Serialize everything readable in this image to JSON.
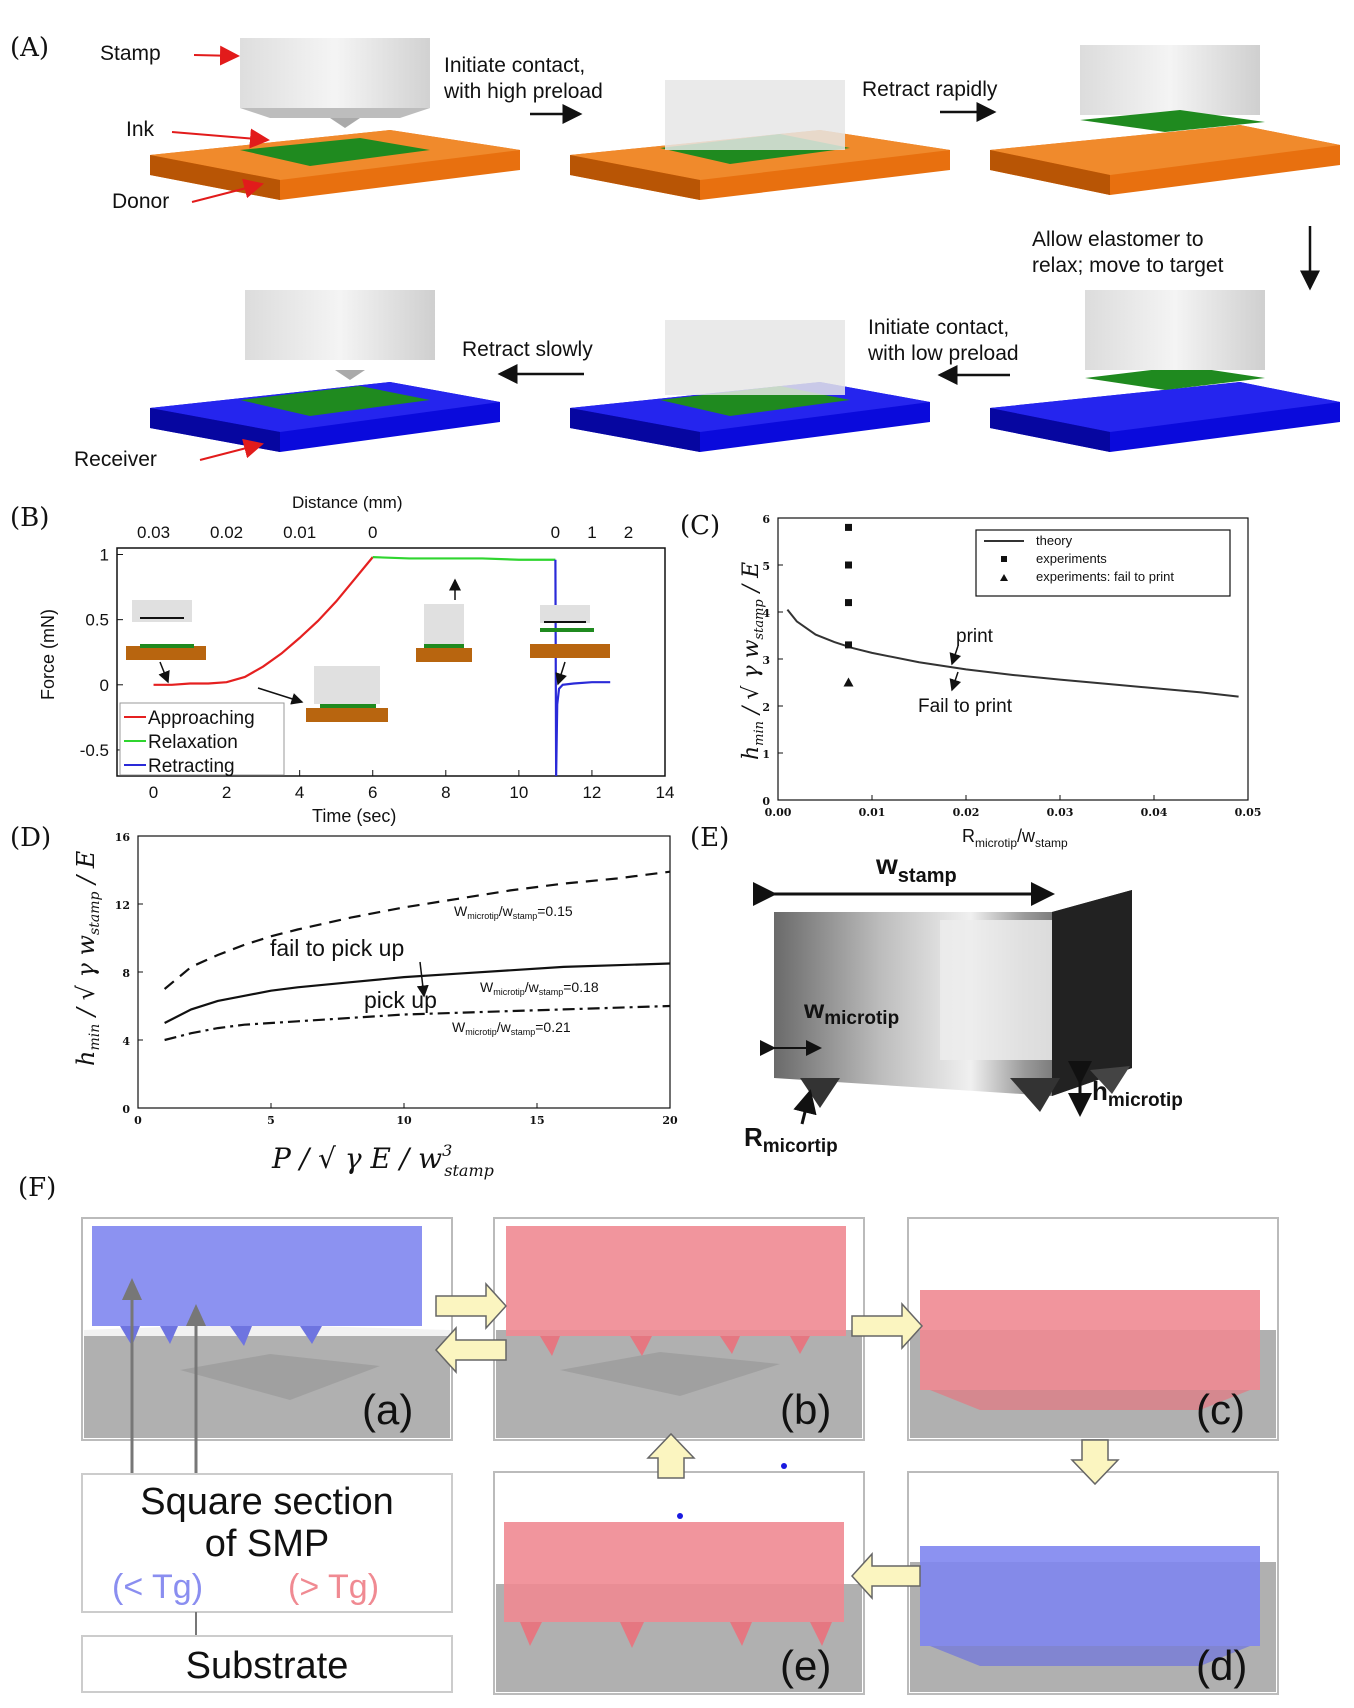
{
  "panels": {
    "A": "(A)",
    "B": "(B)",
    "C": "(C)",
    "D": "(D)",
    "E": "(E)",
    "F": "(F)"
  },
  "panel_a": {
    "stamp": "Stamp",
    "ink": "Ink",
    "donor": "Donor",
    "receiver": "Receiver",
    "step1_l1": "Initiate contact,",
    "step1_l2": "with high preload",
    "step2": "Retract rapidly",
    "step3_l1": "Allow elastomer to",
    "step3_l2": "relax; move to target",
    "step4_l1": "Initiate contact,",
    "step4_l2": "with low preload",
    "step5": "Retract slowly",
    "colors": {
      "donor": "#e8700f",
      "receiver": "#0a0adc",
      "ink": "#1f8a1f",
      "stamp": "#d8d8d8"
    }
  },
  "panel_d": {
    "ann_fail": "fail to pick up",
    "ann_pick": "pick up",
    "lab1": "W",
    "lab1_s1": "microtip",
    "lab1_s2": "stamp",
    "lab1_v": "=0.15",
    "lab2": "W",
    "lab2_s1": "microtip",
    "lab2_s2": "stamp",
    "lab2_v": "=0.18",
    "lab3": "W",
    "lab3_s1": "microtip",
    "lab3_s2": "stamp",
    "lab3_v": "=0.21"
  },
  "panel_e": {
    "w_stamp": "w",
    "w_stamp_sub": "stamp",
    "w_microtip": "w",
    "w_microtip_sub": "microtip",
    "h_microtip": "h",
    "h_microtip_sub": "microtip",
    "r_microtip": "R",
    "r_microtip_sub": "micortip"
  },
  "panel_f": {
    "sub_a": "(a)",
    "sub_b": "(b)",
    "sub_c": "(c)",
    "sub_d": "(d)",
    "sub_e": "(e)",
    "legend_l1": "Square section",
    "legend_l2": "of SMP",
    "below_tg": "(< Tg)",
    "above_tg": "(> Tg)",
    "substrate": "Substrate",
    "colors": {
      "blue": "#7f86f0",
      "red": "#f08a92",
      "substrate": "#b0b0b0"
    }
  },
  "chart_data": [
    {
      "id": "B",
      "type": "line",
      "xlabel": "Time (sec)",
      "ylabel": "Force (mN)",
      "x2label": "Distance (mm)",
      "xlim": [
        -1,
        14
      ],
      "ylim": [
        -0.7,
        1.05
      ],
      "xticks": [
        0,
        2,
        4,
        6,
        8,
        10,
        12,
        14
      ],
      "yticks": [
        -0.5,
        0,
        0.5,
        1
      ],
      "x2ticks": [
        {
          "label": "0.03",
          "x": 0
        },
        {
          "label": "0.02",
          "x": 2
        },
        {
          "label": "0.01",
          "x": 4
        },
        {
          "label": "0",
          "x": 6
        },
        {
          "label": "0",
          "x": 11
        },
        {
          "label": "1",
          "x": 12
        },
        {
          "label": "2",
          "x": 13
        }
      ],
      "legend": [
        "Approaching",
        "Relaxation",
        "Retracting"
      ],
      "series": [
        {
          "name": "Approaching",
          "color": "#e52020",
          "x": [
            0,
            0.5,
            1,
            1.5,
            2,
            2.5,
            3,
            3.5,
            4,
            4.5,
            5,
            5.5,
            6
          ],
          "y": [
            0.0,
            0.0,
            0.01,
            0.01,
            0.02,
            0.06,
            0.14,
            0.24,
            0.36,
            0.49,
            0.64,
            0.81,
            0.98
          ]
        },
        {
          "name": "Relaxation",
          "color": "#2fd52f",
          "x": [
            6,
            7,
            8,
            9,
            10,
            11
          ],
          "y": [
            0.98,
            0.97,
            0.97,
            0.97,
            0.96,
            0.96
          ]
        },
        {
          "name": "Retracting",
          "color": "#2a2ad8",
          "x": [
            11,
            11.02,
            11.05,
            11.1,
            11.2,
            11.5,
            12,
            12.5
          ],
          "y": [
            0.96,
            -0.7,
            -0.15,
            -0.03,
            0.0,
            0.01,
            0.02,
            0.02
          ]
        }
      ]
    },
    {
      "id": "C",
      "type": "line",
      "xlabel": "R",
      "xlabel_sub": "microtip",
      "xlabel_tail": "/w",
      "xlabel_sub2": "stamp",
      "xlim": [
        0,
        0.05
      ],
      "ylim": [
        0,
        6
      ],
      "xticks": [
        "0.00",
        "0.01",
        "0.02",
        "0.03",
        "0.04",
        "0.05"
      ],
      "yticks": [
        0,
        1,
        2,
        3,
        4,
        5,
        6
      ],
      "legend": [
        "theory",
        "experiments",
        "experiments: fail to print"
      ],
      "annotations": [
        "print",
        "Fail to print"
      ],
      "series": [
        {
          "name": "theory",
          "x": [
            0.001,
            0.002,
            0.004,
            0.006,
            0.008,
            0.01,
            0.015,
            0.02,
            0.025,
            0.03,
            0.035,
            0.04,
            0.045,
            0.049
          ],
          "y": [
            4.05,
            3.8,
            3.52,
            3.36,
            3.23,
            3.13,
            2.93,
            2.78,
            2.66,
            2.56,
            2.47,
            2.38,
            2.29,
            2.2
          ]
        },
        {
          "name": "experiments",
          "x": [
            0.0075,
            0.0075,
            0.0075,
            0.0075
          ],
          "y": [
            5.8,
            5.0,
            4.2,
            3.3
          ]
        },
        {
          "name": "experiments: fail to print",
          "x": [
            0.0075
          ],
          "y": [
            2.5
          ]
        }
      ]
    },
    {
      "id": "D",
      "type": "line",
      "xlim": [
        0,
        20
      ],
      "ylim": [
        0,
        16
      ],
      "xticks": [
        0,
        5,
        10,
        15,
        20
      ],
      "yticks": [
        0,
        4,
        8,
        12,
        16
      ],
      "series": [
        {
          "name": "",
          "dash": "dashed",
          "x": [
            1,
            2,
            3,
            4,
            5,
            6,
            8,
            10,
            12,
            14,
            16,
            18,
            20
          ],
          "y": [
            7.0,
            8.3,
            9.0,
            9.6,
            10.1,
            10.5,
            11.2,
            11.8,
            12.3,
            12.8,
            13.2,
            13.5,
            13.9
          ]
        },
        {
          "name": "",
          "dash": "solid",
          "x": [
            1,
            2,
            3,
            4,
            5,
            6,
            8,
            10,
            12,
            14,
            16,
            18,
            20
          ],
          "y": [
            5.0,
            5.8,
            6.3,
            6.6,
            6.9,
            7.1,
            7.4,
            7.7,
            7.9,
            8.1,
            8.3,
            8.4,
            8.5
          ]
        },
        {
          "name": "",
          "dash": "dashdot",
          "x": [
            1,
            2,
            3,
            4,
            5,
            6,
            8,
            10,
            12,
            14,
            16,
            18,
            20
          ],
          "y": [
            4.0,
            4.4,
            4.7,
            4.9,
            5.0,
            5.1,
            5.3,
            5.5,
            5.6,
            5.7,
            5.8,
            5.9,
            6.0
          ]
        }
      ]
    }
  ]
}
